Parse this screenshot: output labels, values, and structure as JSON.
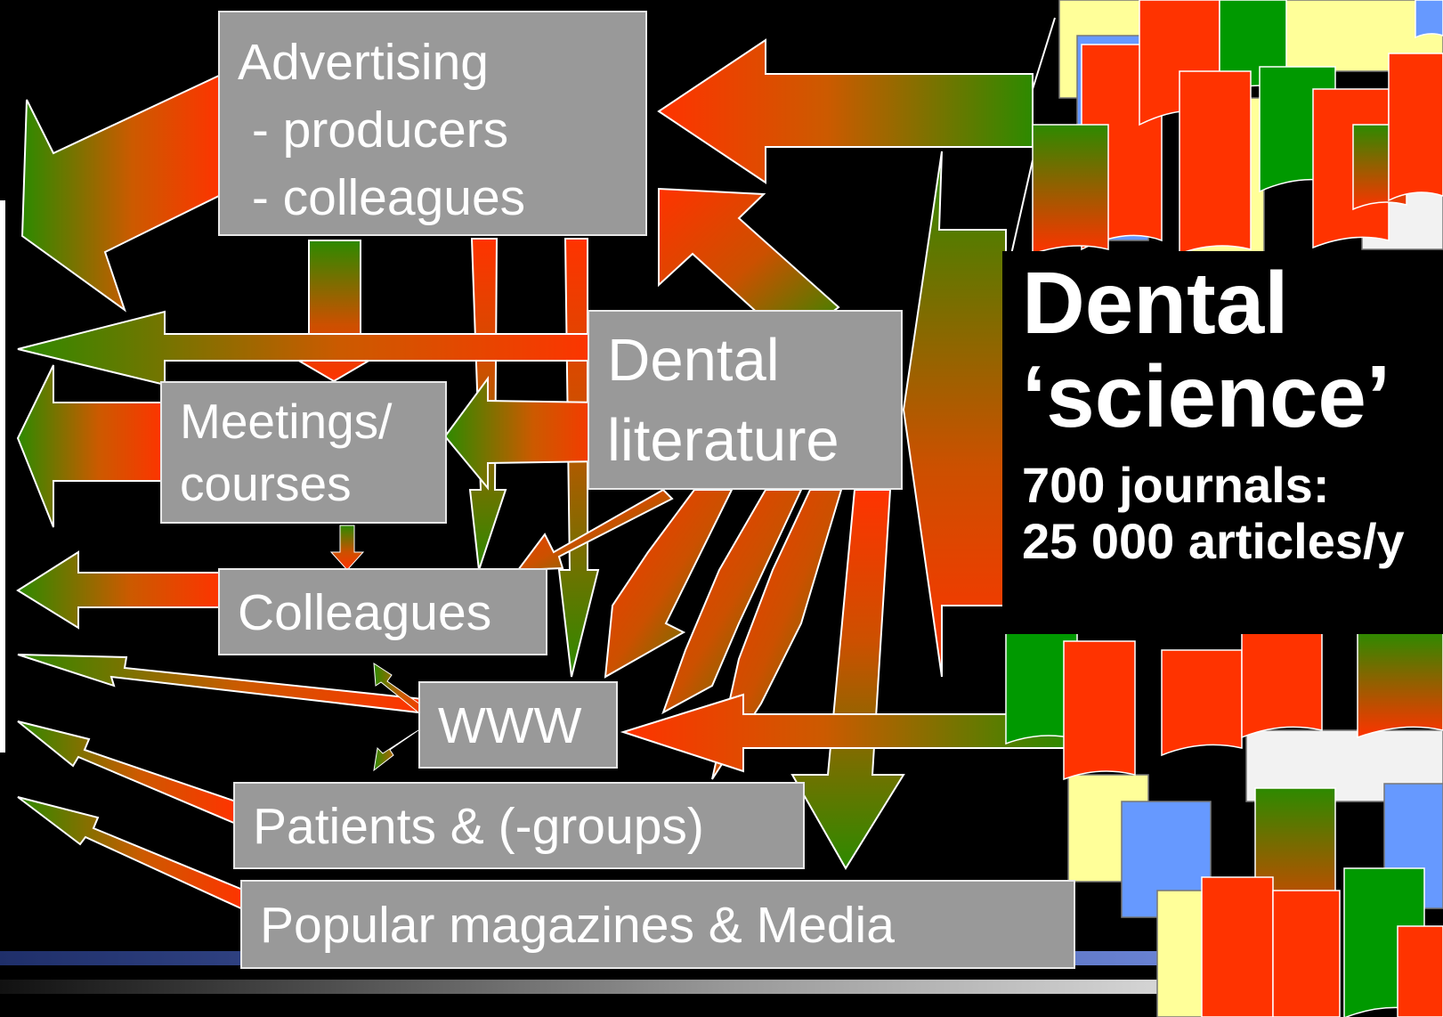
{
  "colors": {
    "background": "#000000",
    "box_fill": "#999999",
    "box_border": "#e8e8e8",
    "arrow_green": "#2d8a00",
    "arrow_red": "#ff3300",
    "arrow_olive": "#8a7a00",
    "book_red": "#ff3300",
    "book_green": "#009900",
    "book_blue": "#6699ff",
    "book_yellow": "#ffff99",
    "book_white": "#f2f2f2",
    "footer_navy": "#1f2f6a"
  },
  "boxes": {
    "advertising": {
      "lines": [
        "Advertising",
        " - producers",
        " - colleagues"
      ]
    },
    "meetings": {
      "lines": [
        "Meetings/",
        "courses"
      ]
    },
    "dental_literature": {
      "lines": [
        "Dental",
        "literature"
      ]
    },
    "colleagues": {
      "lines": [
        "Colleagues"
      ]
    },
    "www": {
      "lines": [
        "WWW"
      ]
    },
    "patients": {
      "lines": [
        "Patients & (-groups)"
      ]
    },
    "popular": {
      "lines": [
        "Popular magazines & Media"
      ]
    }
  },
  "science": {
    "line1": "Dental",
    "line2": "‘science’",
    "line3": "700 journals:",
    "line4": "25 000 articles/y"
  },
  "icons": [
    "book-stack-icon"
  ]
}
